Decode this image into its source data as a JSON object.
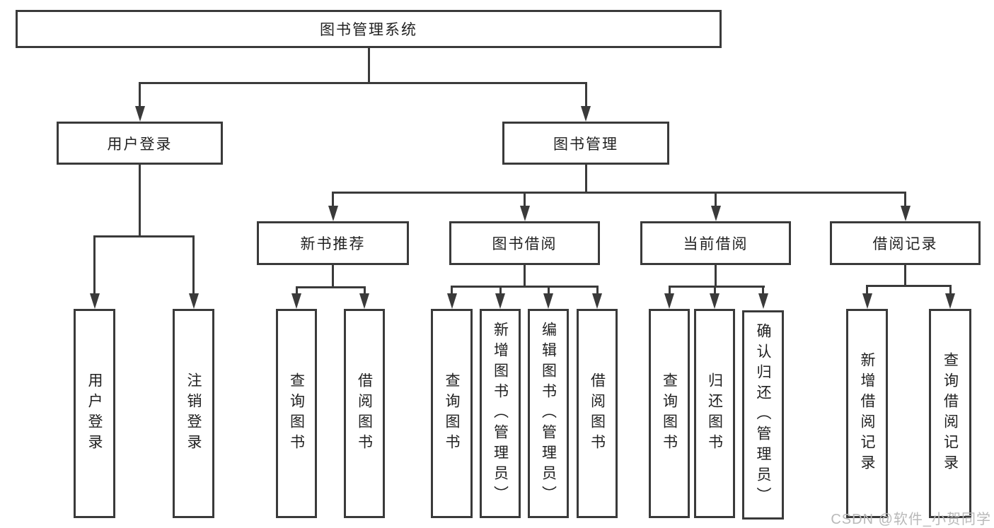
{
  "page": {
    "background": "#ffffff"
  },
  "colors": {
    "line": "#3a3a3a",
    "text": "#212121",
    "watermark": "#b9b9b9"
  },
  "tree": {
    "root": {
      "label": "图书管理系统"
    },
    "children": [
      {
        "label": "用户登录",
        "children": [
          {
            "label": "用户登录"
          },
          {
            "label": "注销登录"
          }
        ]
      },
      {
        "label": "图书管理",
        "children": [
          {
            "label": "新书推荐",
            "children": [
              {
                "label": "查询图书"
              },
              {
                "label": "借阅图书"
              }
            ]
          },
          {
            "label": "图书借阅",
            "children": [
              {
                "label": "查询图书"
              },
              {
                "label": "新增图书（管理员）"
              },
              {
                "label": "编辑图书（管理员）"
              },
              {
                "label": "借阅图书"
              }
            ]
          },
          {
            "label": "当前借阅",
            "children": [
              {
                "label": "查询图书"
              },
              {
                "label": "归还图书"
              },
              {
                "label": "确认归还（管理员）"
              }
            ]
          },
          {
            "label": "借阅记录",
            "children": [
              {
                "label": "新增借阅记录"
              },
              {
                "label": "查询借阅记录"
              }
            ]
          }
        ]
      }
    ]
  },
  "watermark": {
    "text": "CSDN @软件_小贺同学"
  }
}
